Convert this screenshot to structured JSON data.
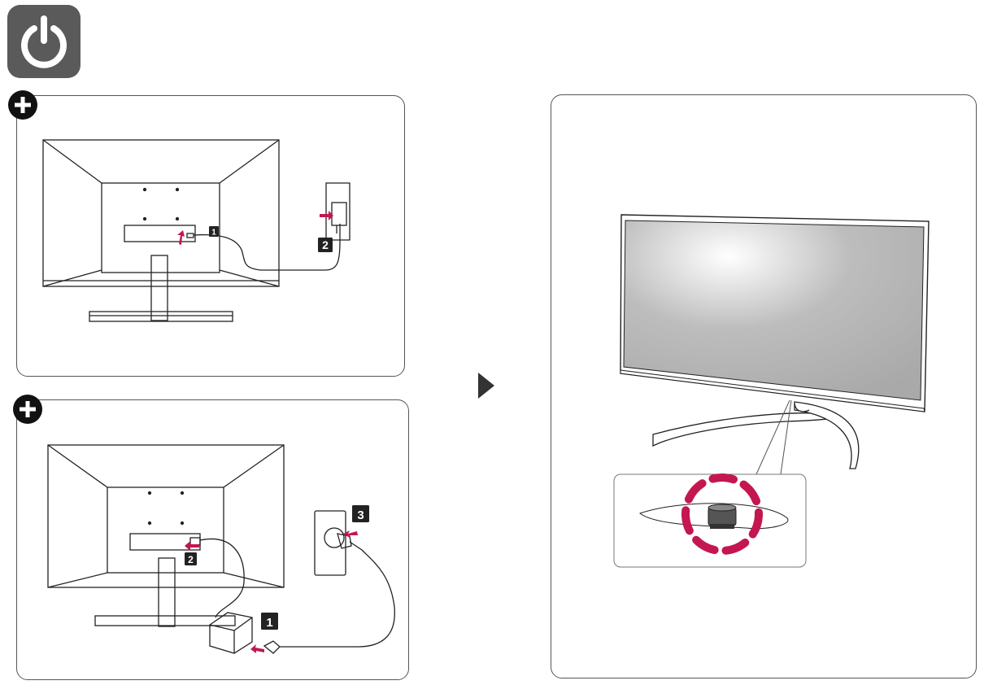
{
  "header": {
    "power_icon": "power-icon",
    "power_icon_bg": "#555555"
  },
  "panels": {
    "top_left": {
      "option_icon": "plus-icon",
      "steps": [
        "1",
        "2"
      ]
    },
    "bottom_left": {
      "option_icon": "plus-icon",
      "steps": [
        "1",
        "2",
        "3"
      ]
    },
    "right": {
      "callout": "power-button-closeup"
    }
  },
  "flow": {
    "arrow_icon": "play-arrow-icon"
  },
  "colors": {
    "accent": "#c4174f",
    "line": "#222222",
    "badge": "#222222"
  }
}
